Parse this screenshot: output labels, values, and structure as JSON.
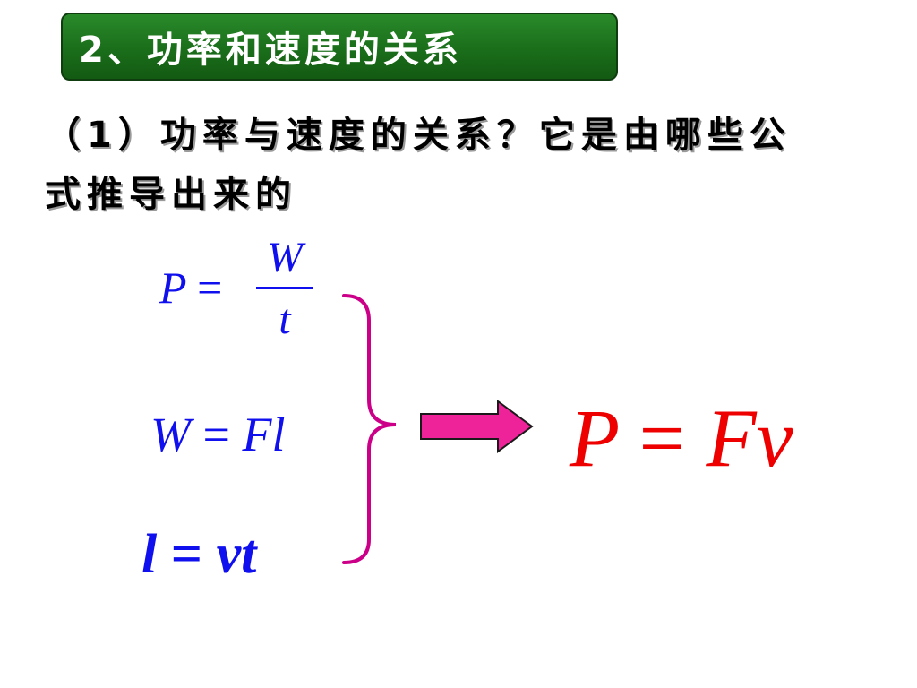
{
  "title": "2、功率和速度的关系",
  "question": {
    "line1": "（1）功率与速度的关系？它是由哪些公",
    "line2": "式推导出来的"
  },
  "formulas": {
    "eq1_left": "P",
    "eq1_equals": "=",
    "eq1_numerator": "W",
    "eq1_denominator": "t",
    "eq2_left": "W",
    "eq2_equals": "=",
    "eq2_right": "Fl",
    "eq3_left": "l",
    "eq3_equals": "=",
    "eq3_right": "vt"
  },
  "result": {
    "left": "P",
    "equals": "=",
    "right": "Fv"
  },
  "colors": {
    "title_bg": "#1a6e1a",
    "formula_blue": "#1010ee",
    "result_red": "#ee0000",
    "brace_magenta": "#cc0088",
    "arrow_fill": "#ee2299"
  },
  "icons": {
    "brace": "right-curly-brace",
    "arrow": "right-arrow"
  }
}
